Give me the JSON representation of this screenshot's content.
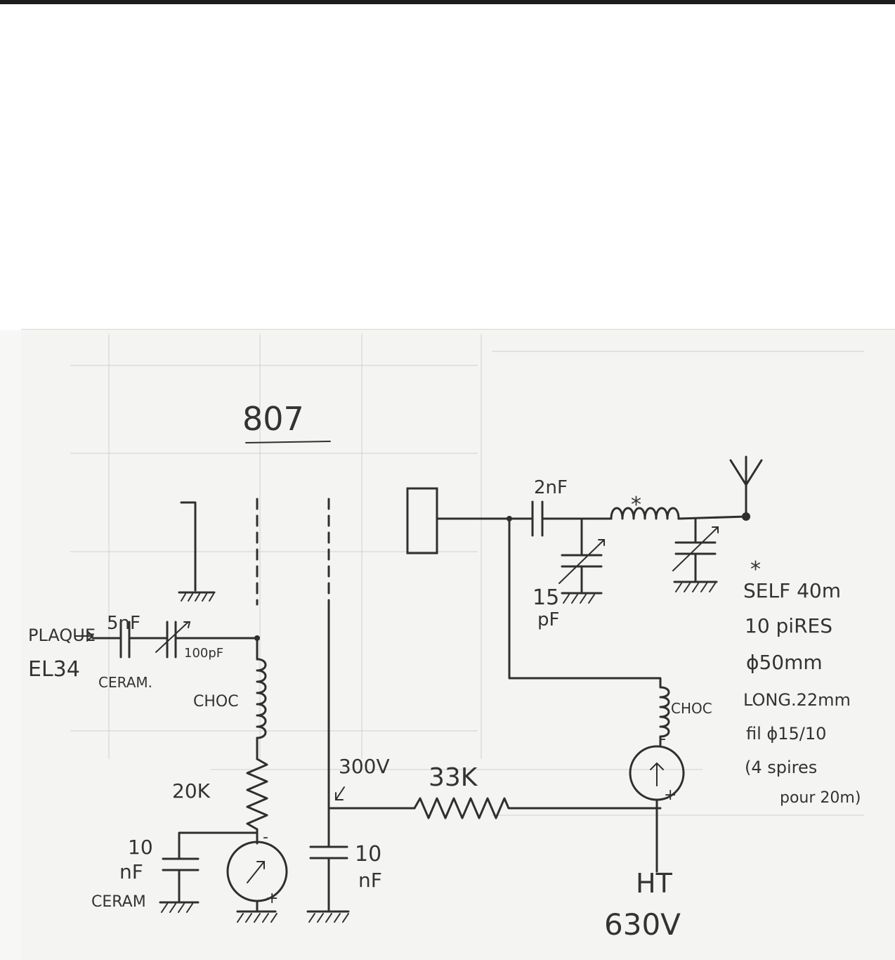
{
  "tube": "807",
  "input": {
    "label_line1": "PLAQUE",
    "label_line2": "EL34"
  },
  "caps": {
    "c_in": "5nF",
    "c_in_type": "CERAM.",
    "c_var": "100pF",
    "c_decouple_left_value": "10",
    "c_decouple_left_unit": "nF",
    "c_decouple_left_type": "CERAM",
    "c_decouple_mid_value": "10",
    "c_decouple_mid_unit": "nF",
    "c_out": "2nF",
    "c_tune": "15",
    "c_tune_unit": "pF"
  },
  "inductors": {
    "choc_grid": "CHOC",
    "choc_plate": "CHOC"
  },
  "resistors": {
    "r_grid": "20K",
    "r_screen": "33K"
  },
  "voltages": {
    "screen": "300V",
    "ht_label": "HT",
    "ht_value": "630V"
  },
  "coil_spec": {
    "marker": "*",
    "lines": [
      "SELF 40m",
      "10 piRES",
      "ϕ50mm",
      "LONG.22mm",
      "fil ϕ15/10",
      "(4 spires",
      "pour 20m)"
    ]
  },
  "meter_polarity": {
    "minus": "-",
    "plus": "+"
  }
}
